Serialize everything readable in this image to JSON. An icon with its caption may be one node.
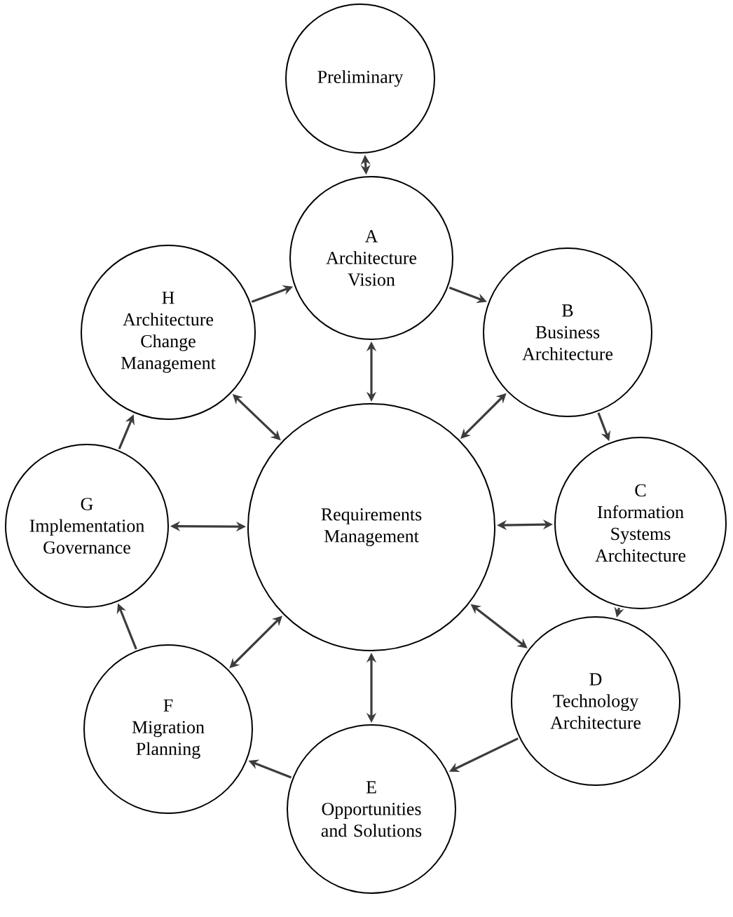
{
  "diagram": {
    "nodes": [
      {
        "text": [
          "Preliminary"
        ]
      },
      {
        "text": [
          "A",
          "Architecture Vision"
        ]
      },
      {
        "text": [
          "B",
          "Business Architecture"
        ]
      },
      {
        "text": [
          "C",
          "Information Systems Architecture"
        ]
      },
      {
        "text": [
          "D",
          "Technology Architecture"
        ]
      },
      {
        "text": [
          "E",
          "Opportunities and Solutions"
        ]
      },
      {
        "text": [
          "F",
          "Migration Planning"
        ]
      },
      {
        "text": [
          "G",
          "Implementation Governance"
        ]
      },
      {
        "text": [
          "H",
          "Architecture Change Management"
        ]
      },
      {
        "text": [
          "Requirements Management"
        ]
      }
    ],
    "edges": [
      {
        "from": 0,
        "to": 1,
        "arrow": "both"
      },
      {
        "from": 1,
        "to": 2,
        "arrow": "to"
      },
      {
        "from": 2,
        "to": 3,
        "arrow": "to"
      },
      {
        "from": 3,
        "to": 4,
        "arrow": "to"
      },
      {
        "from": 4,
        "to": 5,
        "arrow": "to"
      },
      {
        "from": 5,
        "to": 6,
        "arrow": "to"
      },
      {
        "from": 6,
        "to": 7,
        "arrow": "to"
      },
      {
        "from": 7,
        "to": 8,
        "arrow": "to"
      },
      {
        "from": 8,
        "to": 1,
        "arrow": "to"
      },
      {
        "from": 9,
        "to": 1,
        "arrow": "both"
      },
      {
        "from": 9,
        "to": 2,
        "arrow": "both"
      },
      {
        "from": 9,
        "to": 3,
        "arrow": "both"
      },
      {
        "from": 9,
        "to": 4,
        "arrow": "both"
      },
      {
        "from": 9,
        "to": 5,
        "arrow": "both"
      },
      {
        "from": 9,
        "to": 6,
        "arrow": "both"
      },
      {
        "from": 9,
        "to": 7,
        "arrow": "both"
      },
      {
        "from": 9,
        "to": 8,
        "arrow": "both"
      }
    ]
  }
}
